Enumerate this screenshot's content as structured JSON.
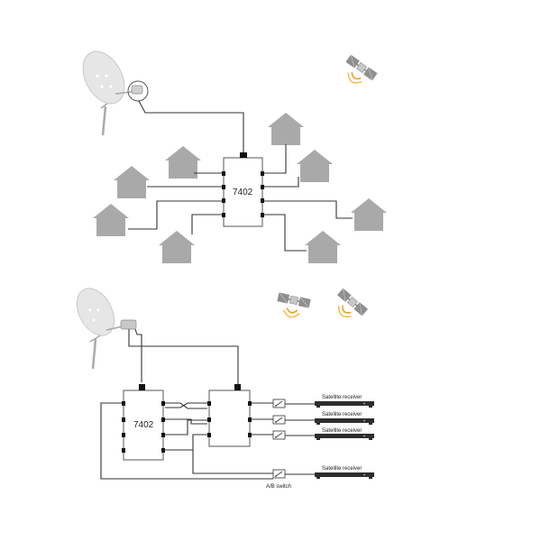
{
  "top_section": {
    "switch_label": "7402"
  },
  "bottom_section": {
    "switch_label": "7402",
    "receivers": [
      {
        "label": "Satellite receiver"
      },
      {
        "label": "Satellite receiver"
      },
      {
        "label": "Satellite receiver"
      },
      {
        "label": "Satellite receiver"
      }
    ],
    "ab_switch_label": "A/B switch"
  }
}
